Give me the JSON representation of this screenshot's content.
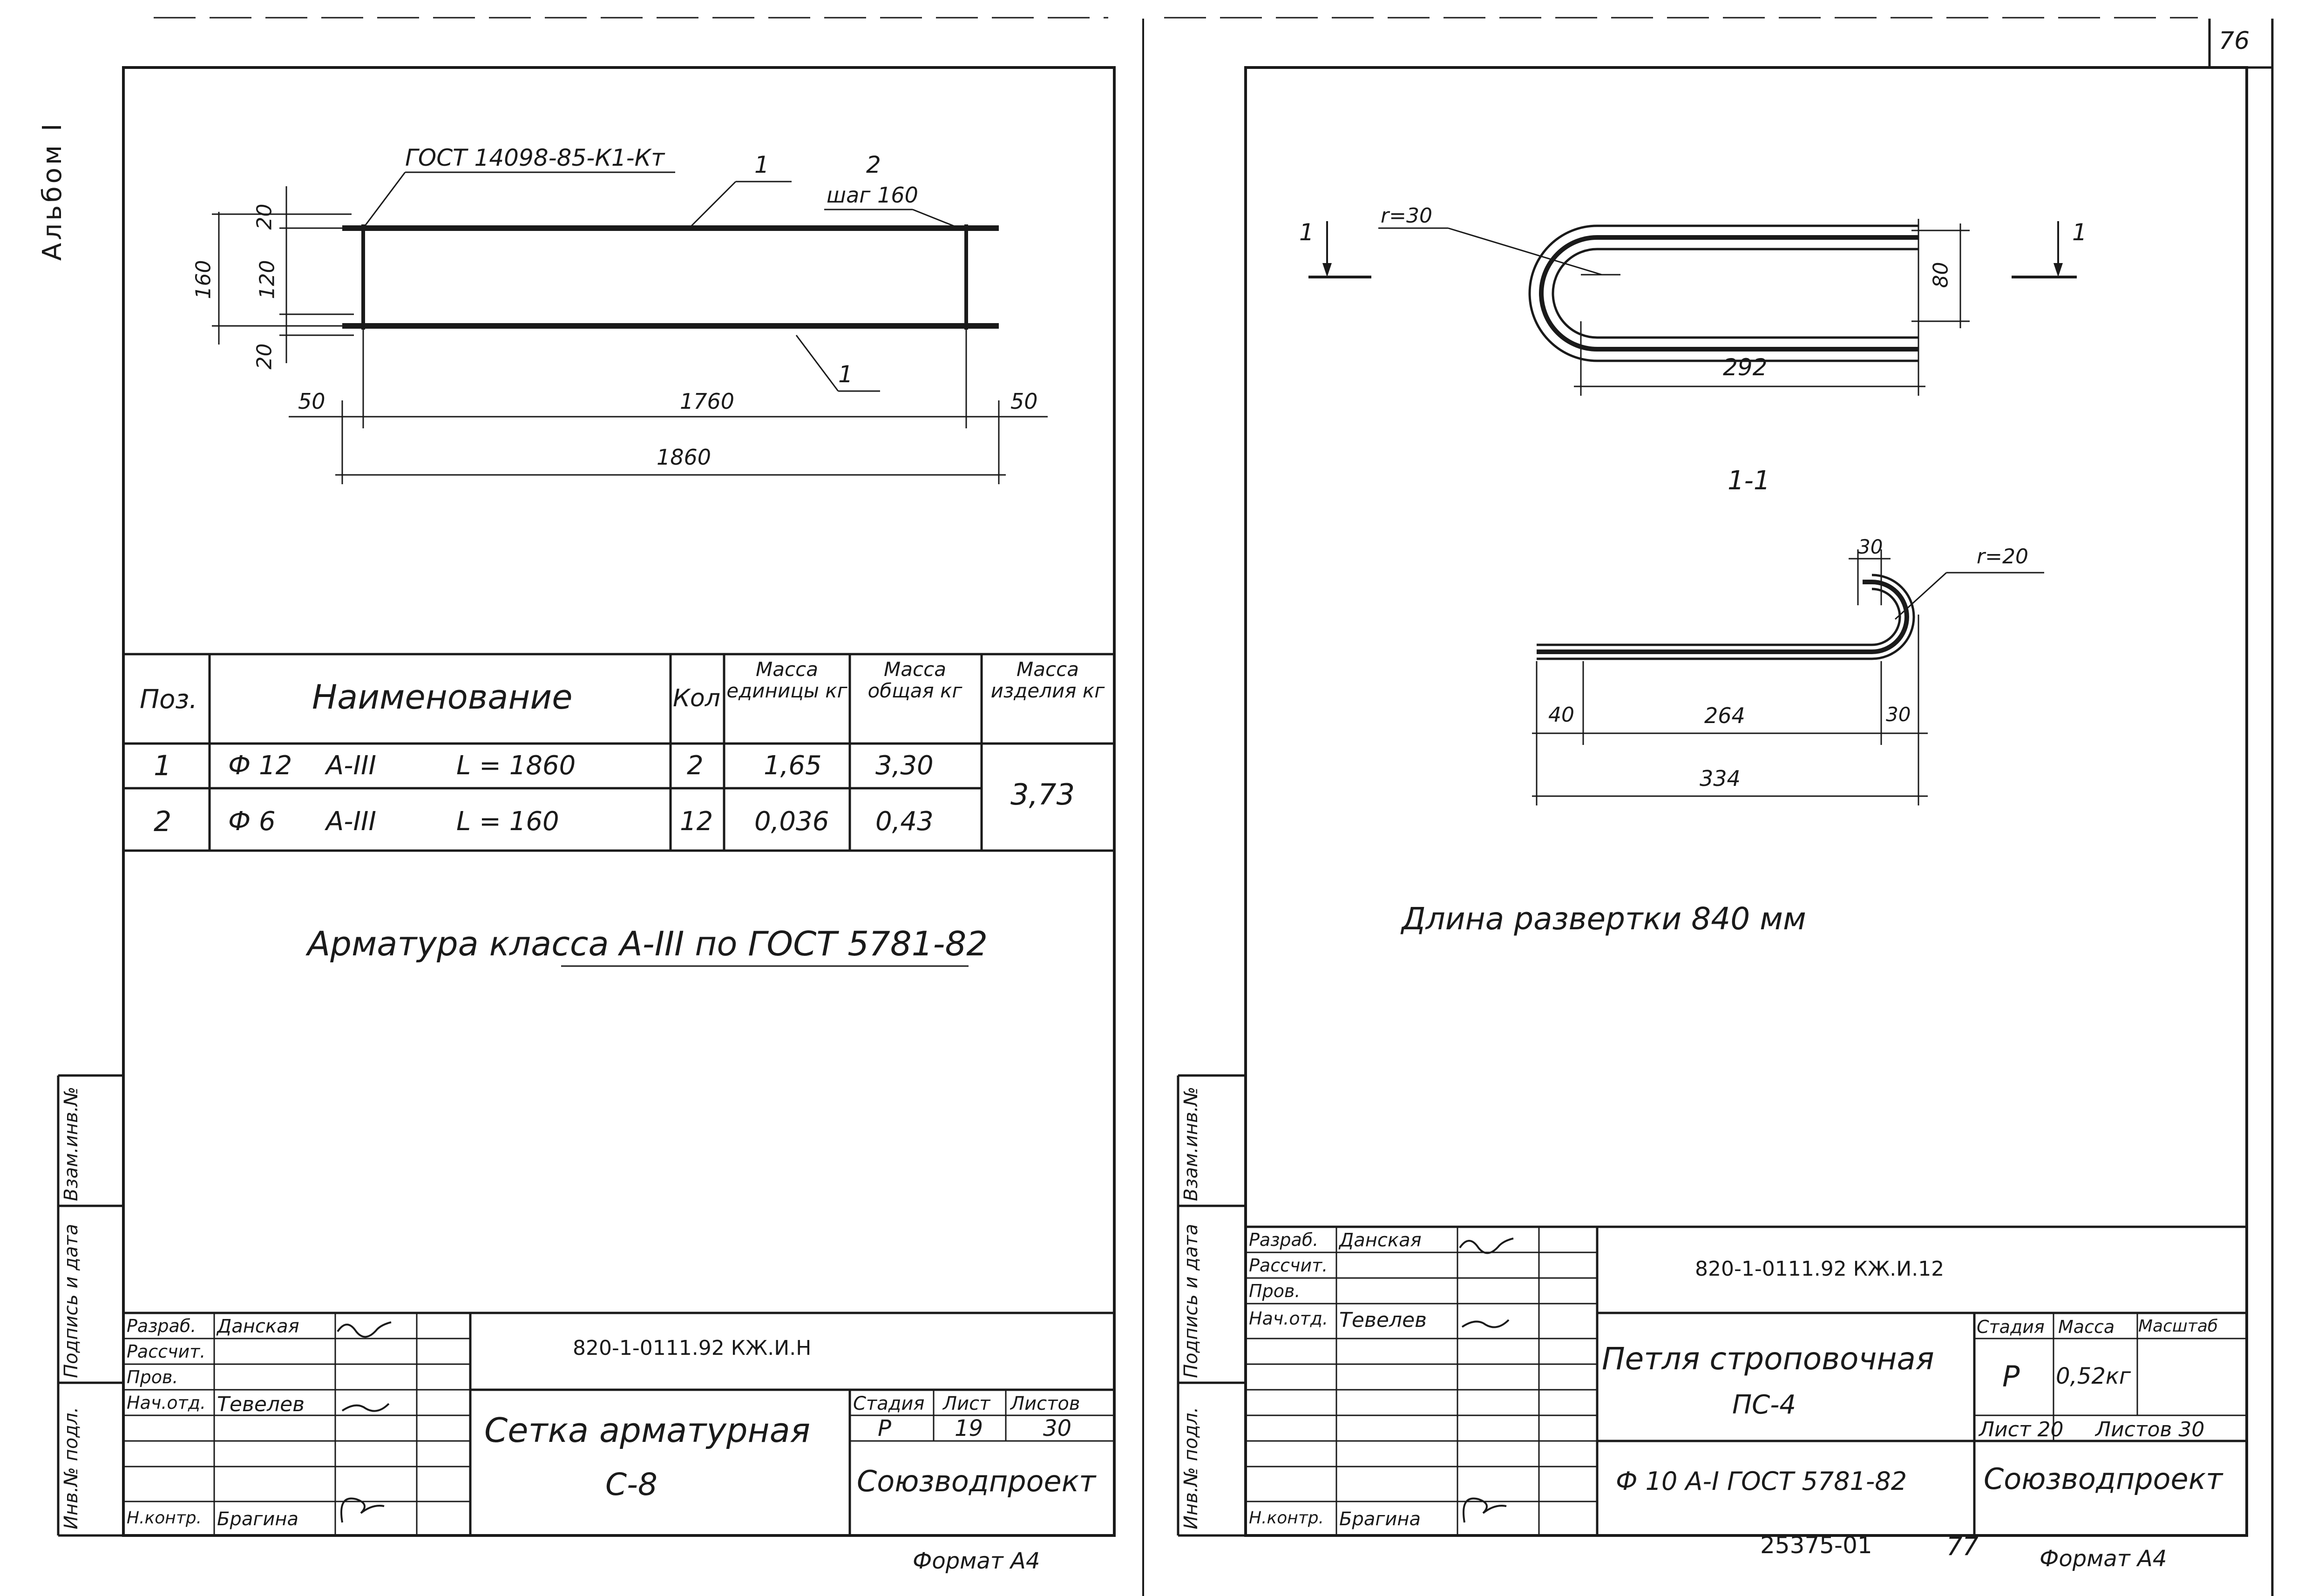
{
  "page_number": "76",
  "album": "Альбом I",
  "left": {
    "drawing": {
      "gost_note": "ГОСТ 14098-85-К1-Кт",
      "pos1_top": "1",
      "pos1_bottom": "1",
      "pos2": "2",
      "pitch": "шаг 160",
      "dim_20_top": "20",
      "dim_120": "120",
      "dim_20_bottom": "20",
      "dim_160": "160",
      "dim_50_left": "50",
      "dim_1760": "1760",
      "dim_50_right": "50",
      "dim_1860": "1860"
    },
    "spec": {
      "headers": [
        "Поз.",
        "Наименование",
        "Кол",
        "Масса единицы кг",
        "Масса общая кг",
        "Масса изделия кг"
      ],
      "rows": [
        {
          "pos": "1",
          "dia": "Ф 12",
          "cls": "А-III",
          "len": "L = 1860",
          "qty": "2",
          "unit": "1,65",
          "total": "3,30"
        },
        {
          "pos": "2",
          "dia": "Ф 6",
          "cls": "А-III",
          "len": "L = 160",
          "qty": "12",
          "unit": "0,036",
          "total": "0,43"
        }
      ],
      "product_mass": "3,73"
    },
    "note": "Арматура класса А-III по ГОСТ 5781-82",
    "stamp": {
      "code": "820-1-0111.92 КЖ.И.Н",
      "roles": [
        "Разраб.",
        "Рассчит.",
        "Пров.",
        "Нач.отд.",
        "",
        "",
        "Н.контр."
      ],
      "names": [
        "Данская",
        "",
        "",
        "Тевелев",
        "",
        "",
        "Брагина"
      ],
      "title_line1": "Сетка арматурная",
      "title_line2": "С-8",
      "stage_label": "Стадия",
      "sheet_label": "Лист",
      "sheets_label": "Листов",
      "stage": "Р",
      "sheet": "19",
      "sheets": "30",
      "org": "Союзводпроект"
    },
    "format": "Формат А4",
    "margin_labels": [
      "Инв.№ подл.",
      "Подпись и дата",
      "Взам.инв.№"
    ]
  },
  "right": {
    "drawing": {
      "section_mark": "1",
      "radius_top": "r=30",
      "dim_80": "80",
      "dim_292": "292",
      "section_title": "1-1",
      "dim_30": "30",
      "radius_bottom": "r=20",
      "dim_40": "40",
      "dim_264": "264",
      "dim_30b": "30",
      "dim_334": "334",
      "unfold_length": "Длина развертки 840 мм"
    },
    "stamp": {
      "code": "820-1-0111.92 КЖ.И.12",
      "roles": [
        "Разраб.",
        "Рассчит.",
        "Пров.",
        "Нач.отд.",
        "",
        "",
        "",
        "",
        "Н.контр."
      ],
      "names": [
        "Данская",
        "",
        "",
        "Тевелев",
        "",
        "",
        "",
        "",
        "Брагина"
      ],
      "title_line1": "Петля строповочная",
      "title_line2": "ПС-4",
      "stage_label": "Стадия",
      "mass_label": "Масса",
      "scale_label": "Масштаб",
      "stage": "Р",
      "mass": "0,52кг",
      "sheet_text": "Лист 20",
      "sheets_text": "Листов 30",
      "material": "Ф 10 А-I ГОСТ 5781-82",
      "org": "Союзводпроект"
    },
    "inventory": "25375-01",
    "inventory_page": "77",
    "format": "Формат А4",
    "margin_labels": [
      "Инв.№ подл.",
      "Подпись и дата",
      "Взам.инв.№"
    ]
  }
}
